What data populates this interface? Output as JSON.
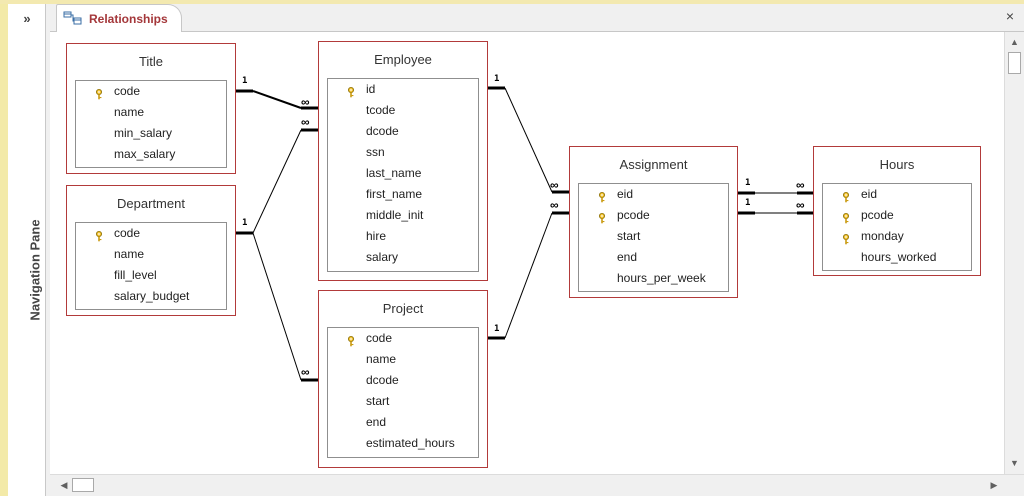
{
  "nav": {
    "toggle": "»",
    "label": "Navigation Pane"
  },
  "tab": {
    "label": "Relationships",
    "close": "×"
  },
  "tables": {
    "title": {
      "name": "Title",
      "fields": [
        {
          "name": "code",
          "key": true
        },
        {
          "name": "name",
          "key": false
        },
        {
          "name": "min_salary",
          "key": false
        },
        {
          "name": "max_salary",
          "key": false
        }
      ]
    },
    "department": {
      "name": "Department",
      "fields": [
        {
          "name": "code",
          "key": true
        },
        {
          "name": "name",
          "key": false
        },
        {
          "name": "fill_level",
          "key": false
        },
        {
          "name": "salary_budget",
          "key": false
        }
      ]
    },
    "employee": {
      "name": "Employee",
      "fields": [
        {
          "name": "id",
          "key": true
        },
        {
          "name": "tcode",
          "key": false
        },
        {
          "name": "dcode",
          "key": false
        },
        {
          "name": "ssn",
          "key": false
        },
        {
          "name": "last_name",
          "key": false
        },
        {
          "name": "first_name",
          "key": false
        },
        {
          "name": "middle_init",
          "key": false
        },
        {
          "name": "hire",
          "key": false
        },
        {
          "name": "salary",
          "key": false
        }
      ]
    },
    "project": {
      "name": "Project",
      "fields": [
        {
          "name": "code",
          "key": true
        },
        {
          "name": "name",
          "key": false
        },
        {
          "name": "dcode",
          "key": false
        },
        {
          "name": "start",
          "key": false
        },
        {
          "name": "end",
          "key": false
        },
        {
          "name": "estimated_hours",
          "key": false
        }
      ]
    },
    "assignment": {
      "name": "Assignment",
      "fields": [
        {
          "name": "eid",
          "key": true
        },
        {
          "name": "pcode",
          "key": true
        },
        {
          "name": "start",
          "key": false
        },
        {
          "name": "end",
          "key": false
        },
        {
          "name": "hours_per_week",
          "key": false
        }
      ]
    },
    "hours": {
      "name": "Hours",
      "fields": [
        {
          "name": "eid",
          "key": true
        },
        {
          "name": "pcode",
          "key": true
        },
        {
          "name": "monday",
          "key": true
        },
        {
          "name": "hours_worked",
          "key": false
        }
      ]
    }
  },
  "relationships": {
    "one_label": "1",
    "many_label": "∞"
  },
  "scroll": {
    "up": "▲",
    "down": "▼",
    "left": "◀",
    "right": "▶"
  }
}
